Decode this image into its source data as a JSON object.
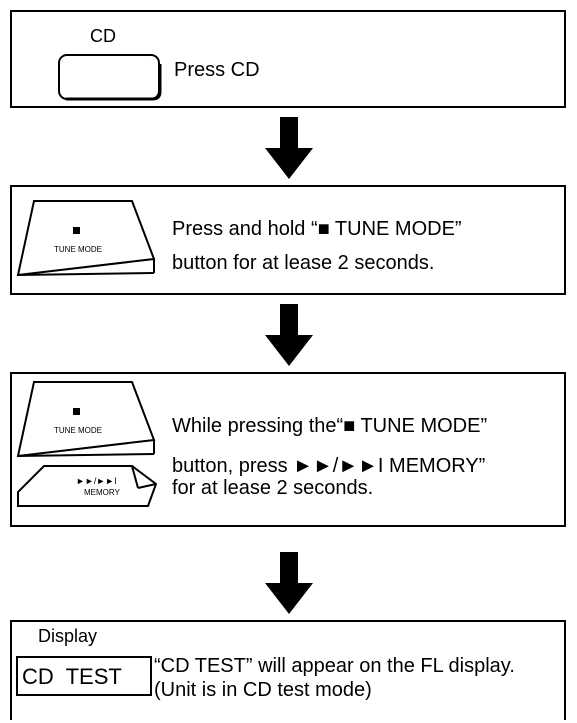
{
  "step1": {
    "button_label": "CD",
    "instruction": "Press CD"
  },
  "step2": {
    "button_label": "TUNE MODE",
    "instruction_line1": "Press and hold “■ TUNE MODE”",
    "instruction_line2": "button for at lease 2 seconds."
  },
  "step3": {
    "button1_label": "TUNE MODE",
    "button2_symbols": "►►/►►I",
    "button2_label": "MEMORY",
    "instruction_line1": "While pressing the“■ TUNE MODE”",
    "instruction_line2": "button, press ►►/►►I MEMORY”",
    "instruction_line3": "for at lease 2 seconds."
  },
  "step4": {
    "display_caption": "Display",
    "display_text": "CD  TEST",
    "instruction_line1": "“CD TEST” will appear on the FL display.",
    "instruction_line2": "(Unit is in CD test mode)"
  },
  "icons": [
    "stop-square-icon",
    "down-arrow-icon"
  ],
  "colors": {
    "line": "#000000",
    "background": "#ffffff"
  }
}
